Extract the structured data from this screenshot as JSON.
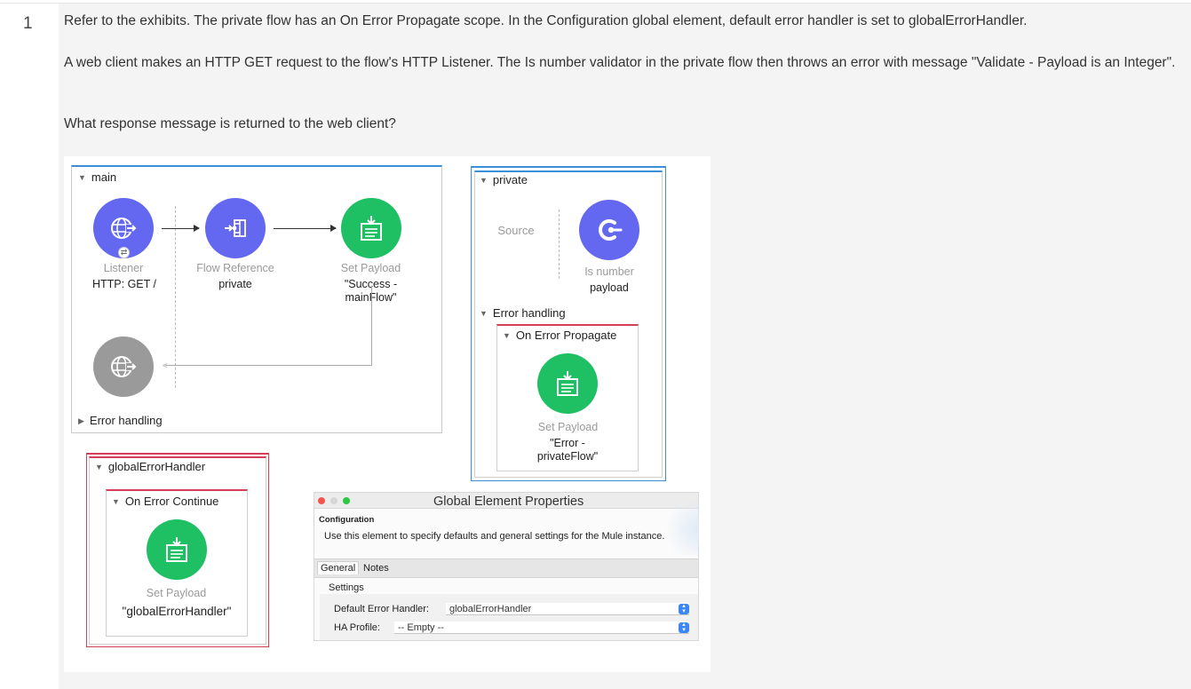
{
  "question": {
    "number": "1",
    "paragraph1": "Refer to the exhibits. The private flow has an On Error Propagate scope. In the Configuration global element, default error handler is set to globalErrorHandler.",
    "paragraph2": "A web client makes an HTTP GET request to the flow's HTTP Listener. The Is number validator in the private flow then throws an error with message \"Validate - Payload is an Integer\".",
    "paragraph3": "What response message is returned to the web client?"
  },
  "main_flow": {
    "title": "main",
    "listener": {
      "type": "Listener",
      "value": "HTTP: GET /"
    },
    "flow_reference": {
      "type": "Flow Reference",
      "value": "private"
    },
    "set_payload": {
      "type": "Set Payload",
      "value_line1": "\"Success -",
      "value_line2": "mainFlow\""
    },
    "error_handling": "Error handling"
  },
  "private_flow": {
    "title": "private",
    "source": "Source",
    "validator": {
      "type": "Is number",
      "value": "payload"
    },
    "error_handling": "Error handling",
    "scope": "On Error Propagate",
    "set_payload": {
      "type": "Set Payload",
      "value_line1": "\"Error -",
      "value_line2": "privateFlow\""
    }
  },
  "global_error_handler": {
    "title": "globalErrorHandler",
    "scope": "On Error Continue",
    "set_payload": {
      "type": "Set Payload",
      "value": "\"globalErrorHandler\""
    }
  },
  "global_element_properties": {
    "window_title": "Global Element Properties",
    "section": "Configuration",
    "description": "Use this element to specify defaults and general settings for the Mule instance.",
    "tabs": [
      "General",
      "Notes"
    ],
    "settings_label": "Settings",
    "default_error_handler_label": "Default Error Handler:",
    "default_error_handler_value": "globalErrorHandler",
    "ha_profile_label": "HA Profile:",
    "ha_profile_value": "-- Empty --"
  },
  "icons": {
    "listener": "globe-arrow-icon",
    "flow_reference": "flow-reference-icon",
    "set_payload": "set-payload-icon",
    "validator": "validator-icon",
    "listener_response": "globe-arrow-icon"
  },
  "colors": {
    "node_blue": "#6468f0",
    "node_green": "#1fbf64",
    "node_gray": "#9a9a9a",
    "flow_accent_blue": "#3b8fd9",
    "error_scope_red": "#d4405a",
    "panel_background": "#f4f4f4"
  }
}
